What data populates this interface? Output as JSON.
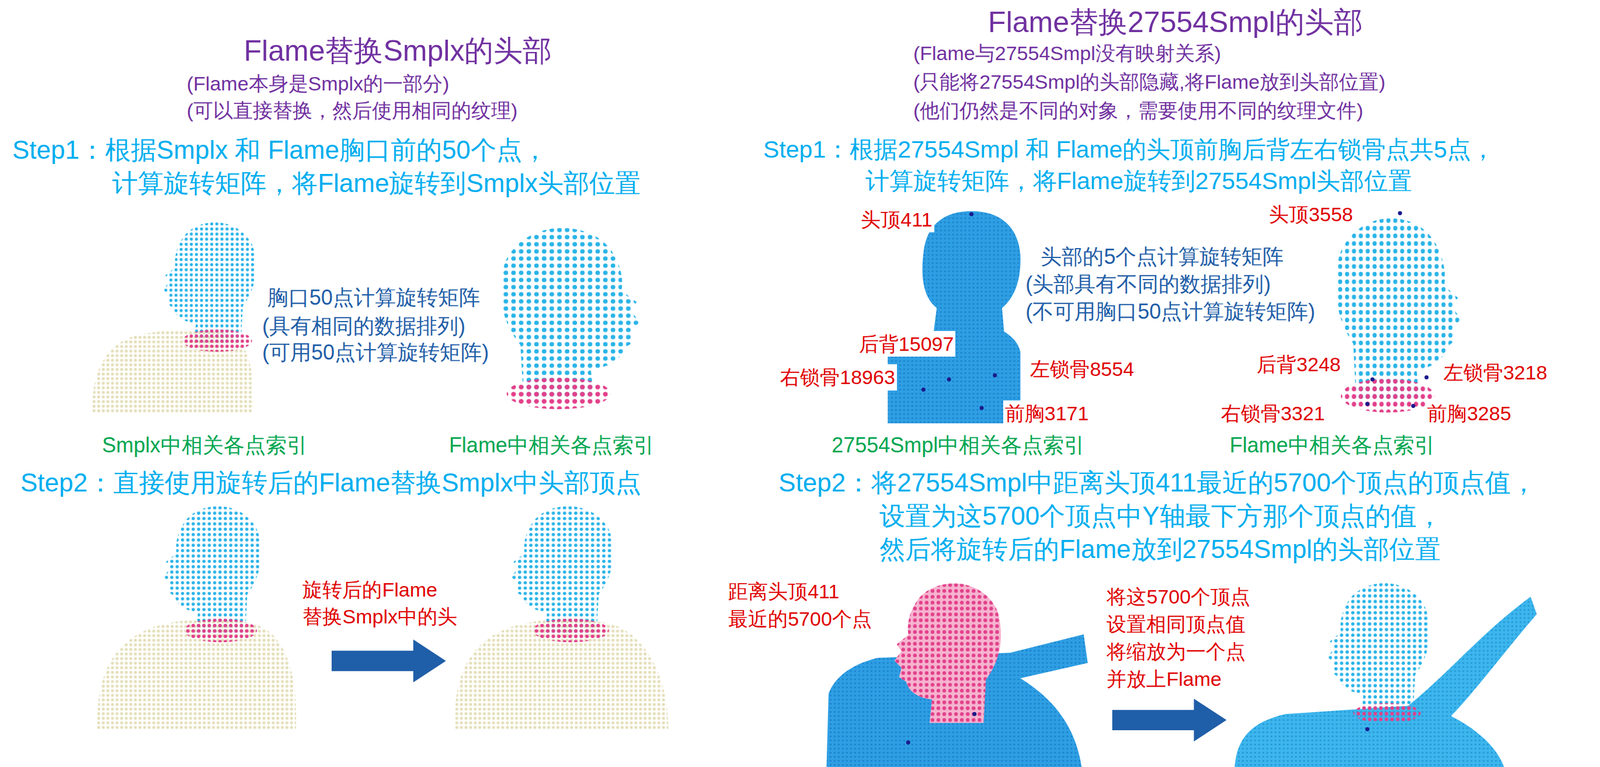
{
  "diagram": {
    "labels": [
      "Flame替换Smplx的头部",
      "(Flame本身是Smplx的一部分)",
      "(可以直接替换，然后使用相同的纹理)",
      "Step1：根据Smplx 和 Flame胸口前的50个点， 计算旋转矩阵，将Flame旋转到Smplx头部位置",
      "胸口50点计算旋转矩阵",
      "(具有相同的数据排列)",
      "(可用50点计算旋转矩阵)",
      "Smplx中相关各点索引",
      "Flame中相关各点索引",
      "Step2：直接使用旋转后的Flame替换Smplx中头部顶点",
      "旋转后的Flame 替换Smplx中的头",
      "Flame替换27554Smpl的头部",
      "(Flame与27554Smpl没有映射关系)",
      "(只能将27554Smpl的头部隐藏,将Flame放到头部位置)",
      "(他们仍然是不同的对象，需要使用不同的纹理文件)",
      "Step1：根据27554Smpl 和 Flame的头顶前胸后背左右锁骨点共5点， 计算旋转矩阵，将Flame旋转到27554Smpl头部位置",
      "头顶411",
      "后背15097",
      "右锁骨18963",
      "左锁骨8554",
      "前胸3171",
      "头顶3558",
      "后背3248",
      "左锁骨3218",
      "右锁骨3321",
      "前胸3285",
      "头部的5个点计算旋转矩阵",
      "(头部具有不同的数据排列)",
      "(不可用胸口50点计算旋转矩阵)",
      "27554Smpl中相关各点索引",
      "Flame中相关各点索引",
      "Step2：将27554Smpl中距离头顶411最近的5700个顶点的顶点值， 设置为这5700个顶点中Y轴最下方那个顶点的值， 然后将旋转后的Flame放到27554Smpl的头部位置",
      "距离头顶411 最近的5700个点",
      "将这5700个顶点 设置相同顶点值 将缩放为一个点 并放上Flame"
    ]
  }
}
